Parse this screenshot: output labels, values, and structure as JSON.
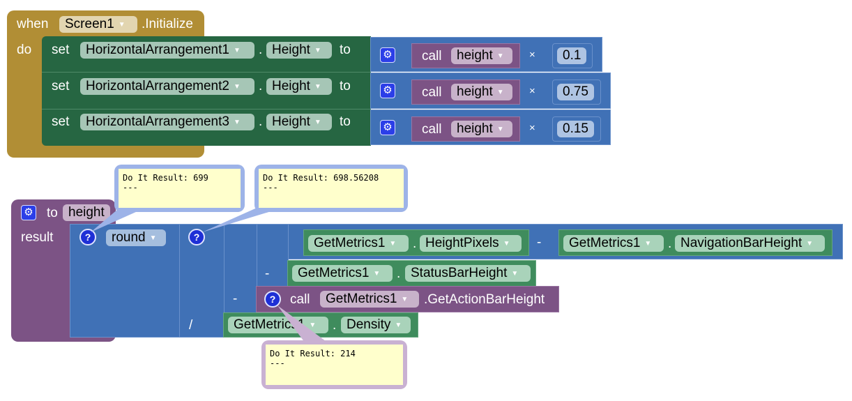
{
  "event_block": {
    "when_label": "when",
    "component": "Screen1",
    "event": ".Initialize",
    "do_label": "do",
    "colors": {
      "event": "#b18e35",
      "setter": "#266642",
      "math": "#4071b6",
      "procedure": "#7c5385"
    }
  },
  "set_blocks": [
    {
      "set_label": "set",
      "component": "HorizontalArrangement1",
      "dot": ".",
      "property": "Height",
      "to_label": "to",
      "call_label": "call",
      "procedure": "height",
      "operator": "×",
      "multiplier": "0.1"
    },
    {
      "set_label": "set",
      "component": "HorizontalArrangement2",
      "dot": ".",
      "property": "Height",
      "to_label": "to",
      "call_label": "call",
      "procedure": "height",
      "operator": "×",
      "multiplier": "0.75"
    },
    {
      "set_label": "set",
      "component": "HorizontalArrangement3",
      "dot": ".",
      "property": "Height",
      "to_label": "to",
      "call_label": "call",
      "procedure": "height",
      "operator": "×",
      "multiplier": "0.15"
    }
  ],
  "procedure_block": {
    "to_label": "to",
    "name": "height",
    "result_label": "result",
    "round_function": "round",
    "op_minus": "-",
    "op_divide": "/",
    "height_pixels": {
      "component": "GetMetrics1",
      "dot": ".",
      "property": "HeightPixels"
    },
    "nav_bar": {
      "component": "GetMetrics1",
      "dot": ".",
      "property": "NavigationBarHeight"
    },
    "status_bar": {
      "component": "GetMetrics1",
      "dot": ".",
      "property": "StatusBarHeight"
    },
    "action_bar": {
      "call_label": "call",
      "component": "GetMetrics1",
      "method": ".GetActionBarHeight"
    },
    "density": {
      "component": "GetMetrics1",
      "dot": ".",
      "property": "Density"
    }
  },
  "do_it_results": [
    {
      "line1": "Do It Result: 699",
      "line2": "---"
    },
    {
      "line1": "Do It Result: 698.56208",
      "line2": "---"
    },
    {
      "line1": "Do It Result: 214",
      "line2": "---"
    }
  ],
  "icons": {
    "gear": "⚙",
    "help": "?",
    "dropdown": "▼"
  }
}
